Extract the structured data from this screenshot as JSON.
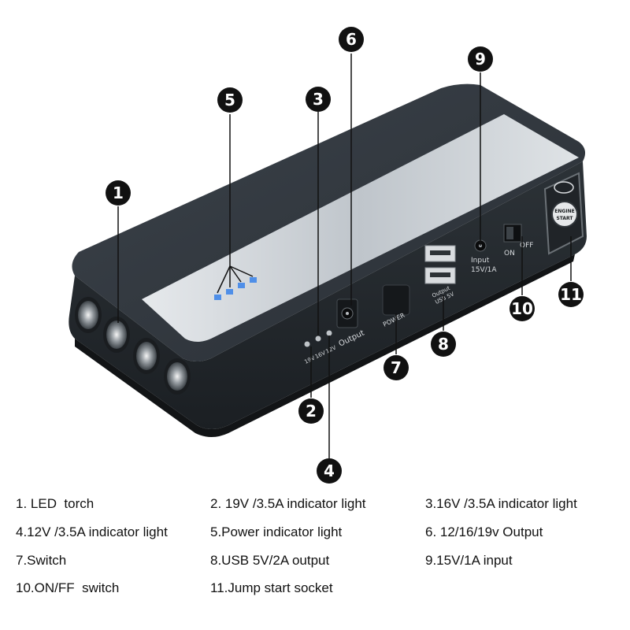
{
  "device": {
    "led_labels": [
      "19V",
      "16V",
      "12V"
    ],
    "output_port_label": "Output",
    "power_button_label": "POWER",
    "usb_label_line1": "Output",
    "usb_label_line2": "USB 5V",
    "input_label_line1": "Input",
    "input_label_line2": "15V/1A",
    "switch_on_label": "ON",
    "switch_off_label": "OFF",
    "engine_button_line1": "ENGINE",
    "engine_button_line2": "START"
  },
  "callouts": [
    "1",
    "2",
    "3",
    "4",
    "5",
    "6",
    "7",
    "8",
    "9",
    "10",
    "11"
  ],
  "legend": [
    "1. LED  torch",
    "2. 19V /3.5A indicator light",
    "3.16V /3.5A indicator light",
    "4.12V /3.5A indicator light",
    "5.Power indicator light",
    "6. 12/16/19v Output",
    "7.Switch",
    "8.USB 5V/2A output",
    "9.15V/1A input",
    "10.ON/FF  switch",
    "11.Jump start socket"
  ],
  "colors": {
    "body": "#2f353c",
    "body_dark": "#1e2227",
    "stripe": "#c9ced3",
    "indicator_blue": "#4f8fe8",
    "callout_bg": "#111111"
  }
}
